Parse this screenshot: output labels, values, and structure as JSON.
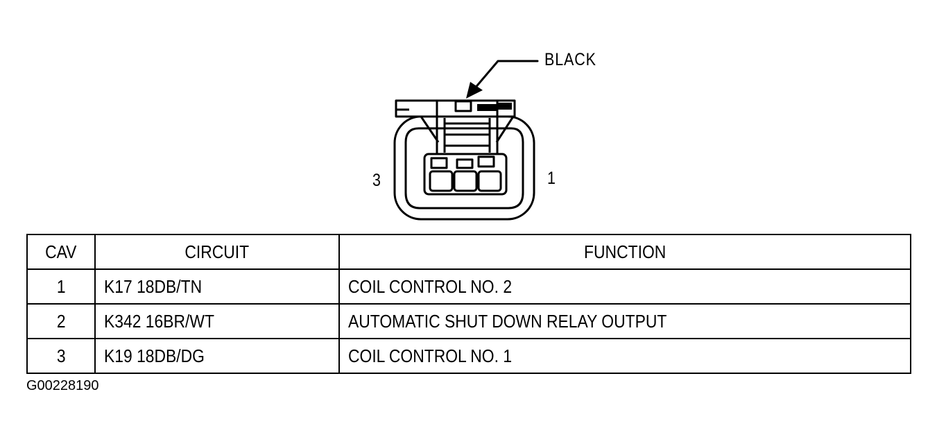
{
  "connector": {
    "color_label": "BLACK",
    "pin_left": "3",
    "pin_right": "1"
  },
  "table": {
    "headers": {
      "cav": "CAV",
      "circuit": "CIRCUIT",
      "function": "FUNCTION"
    },
    "rows": [
      {
        "cav": "1",
        "circuit": "K17 18DB/TN",
        "function": "COIL CONTROL NO. 2"
      },
      {
        "cav": "2",
        "circuit": "K342 16BR/WT",
        "function": "AUTOMATIC SHUT DOWN RELAY OUTPUT"
      },
      {
        "cav": "3",
        "circuit": "K19 18DB/DG",
        "function": "COIL CONTROL NO. 1"
      }
    ]
  },
  "figure_id": "G00228190"
}
